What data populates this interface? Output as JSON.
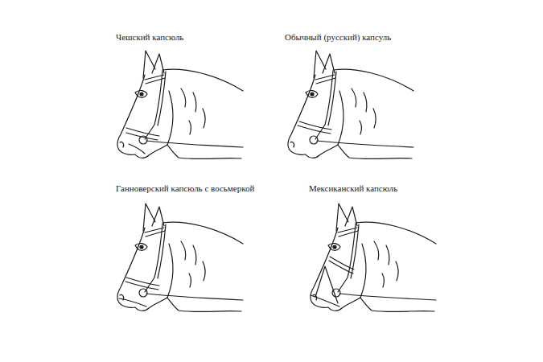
{
  "diagram": {
    "labels": [
      "Чешский капсюль",
      "Обычный (русский) капсуль",
      "Ганноверский капсюль с восьмеркой",
      "Мексиканский капсюль"
    ]
  }
}
